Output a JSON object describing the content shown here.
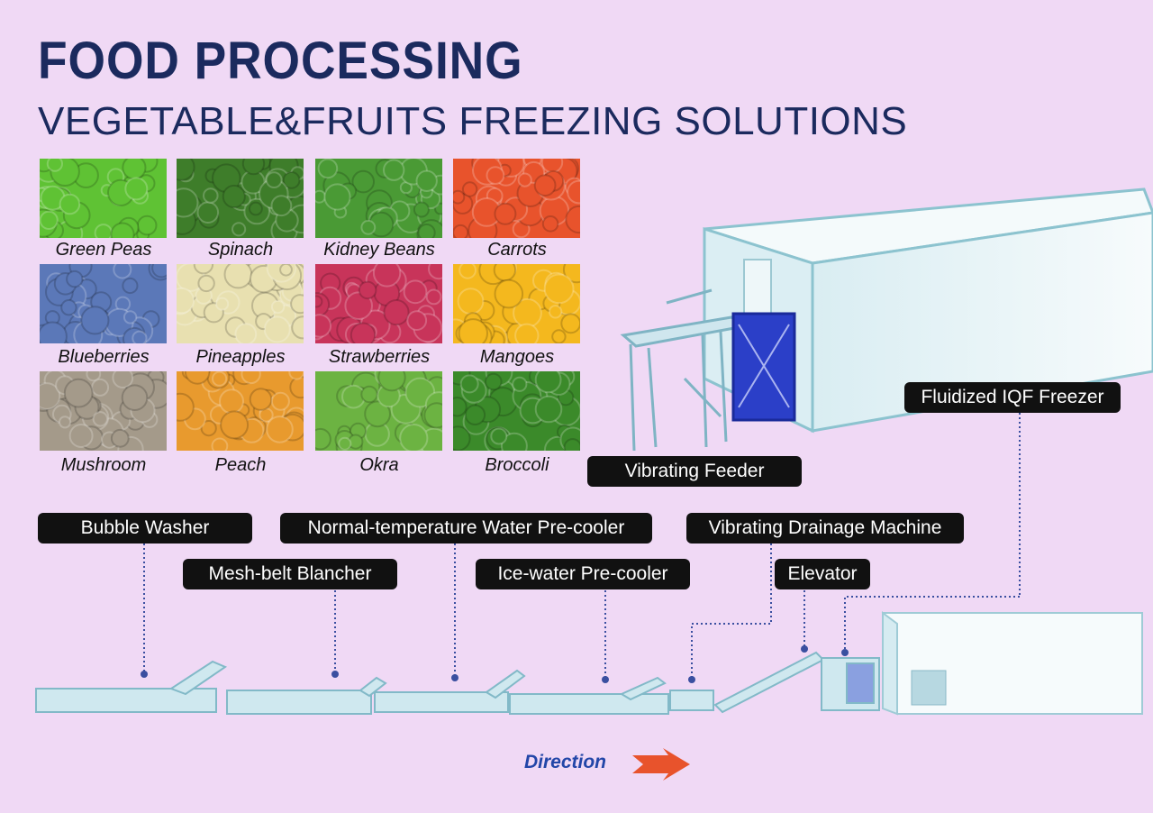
{
  "header": {
    "title": "FOOD PROCESSING",
    "subtitle": "VEGETABLE&FRUITS  FREEZING SOLUTIONS"
  },
  "products": [
    {
      "label": "Green Peas",
      "color": "#5fc234"
    },
    {
      "label": "Spinach",
      "color": "#3e7d2a"
    },
    {
      "label": "Kidney Beans",
      "color": "#4a9a35"
    },
    {
      "label": "Carrots",
      "color": "#e8532c"
    },
    {
      "label": "Blueberries",
      "color": "#5b78b8"
    },
    {
      "label": "Pineapples",
      "color": "#e8e0b0"
    },
    {
      "label": "Strawberries",
      "color": "#c8345a"
    },
    {
      "label": "Mangoes",
      "color": "#f4b81e"
    },
    {
      "label": "Mushroom",
      "color": "#a49a8a"
    },
    {
      "label": "Peach",
      "color": "#e89a2e"
    },
    {
      "label": "Okra",
      "color": "#6cb342"
    },
    {
      "label": "Broccoli",
      "color": "#3b8a2a"
    }
  ],
  "equipment": {
    "fluidized_iqf_freezer": "Fluidized IQF Freezer",
    "vibrating_feeder": "Vibrating Feeder",
    "bubble_washer": "Bubble Washer",
    "normal_temp_precooler": "Normal-temperature Water Pre-cooler",
    "vibrating_drainage": "Vibrating Drainage Machine",
    "mesh_belt_blancher": "Mesh-belt Blancher",
    "ice_water_precooler": "Ice-water Pre-cooler",
    "elevator": "Elevator"
  },
  "footer": {
    "direction": "Direction"
  },
  "colors": {
    "background": "#f0d9f5",
    "title": "#1b2a5e",
    "callout_bg": "#111111",
    "leader_line": "#3a4fa0",
    "arrow": "#e8532c",
    "machine": "#c9e6ee"
  }
}
